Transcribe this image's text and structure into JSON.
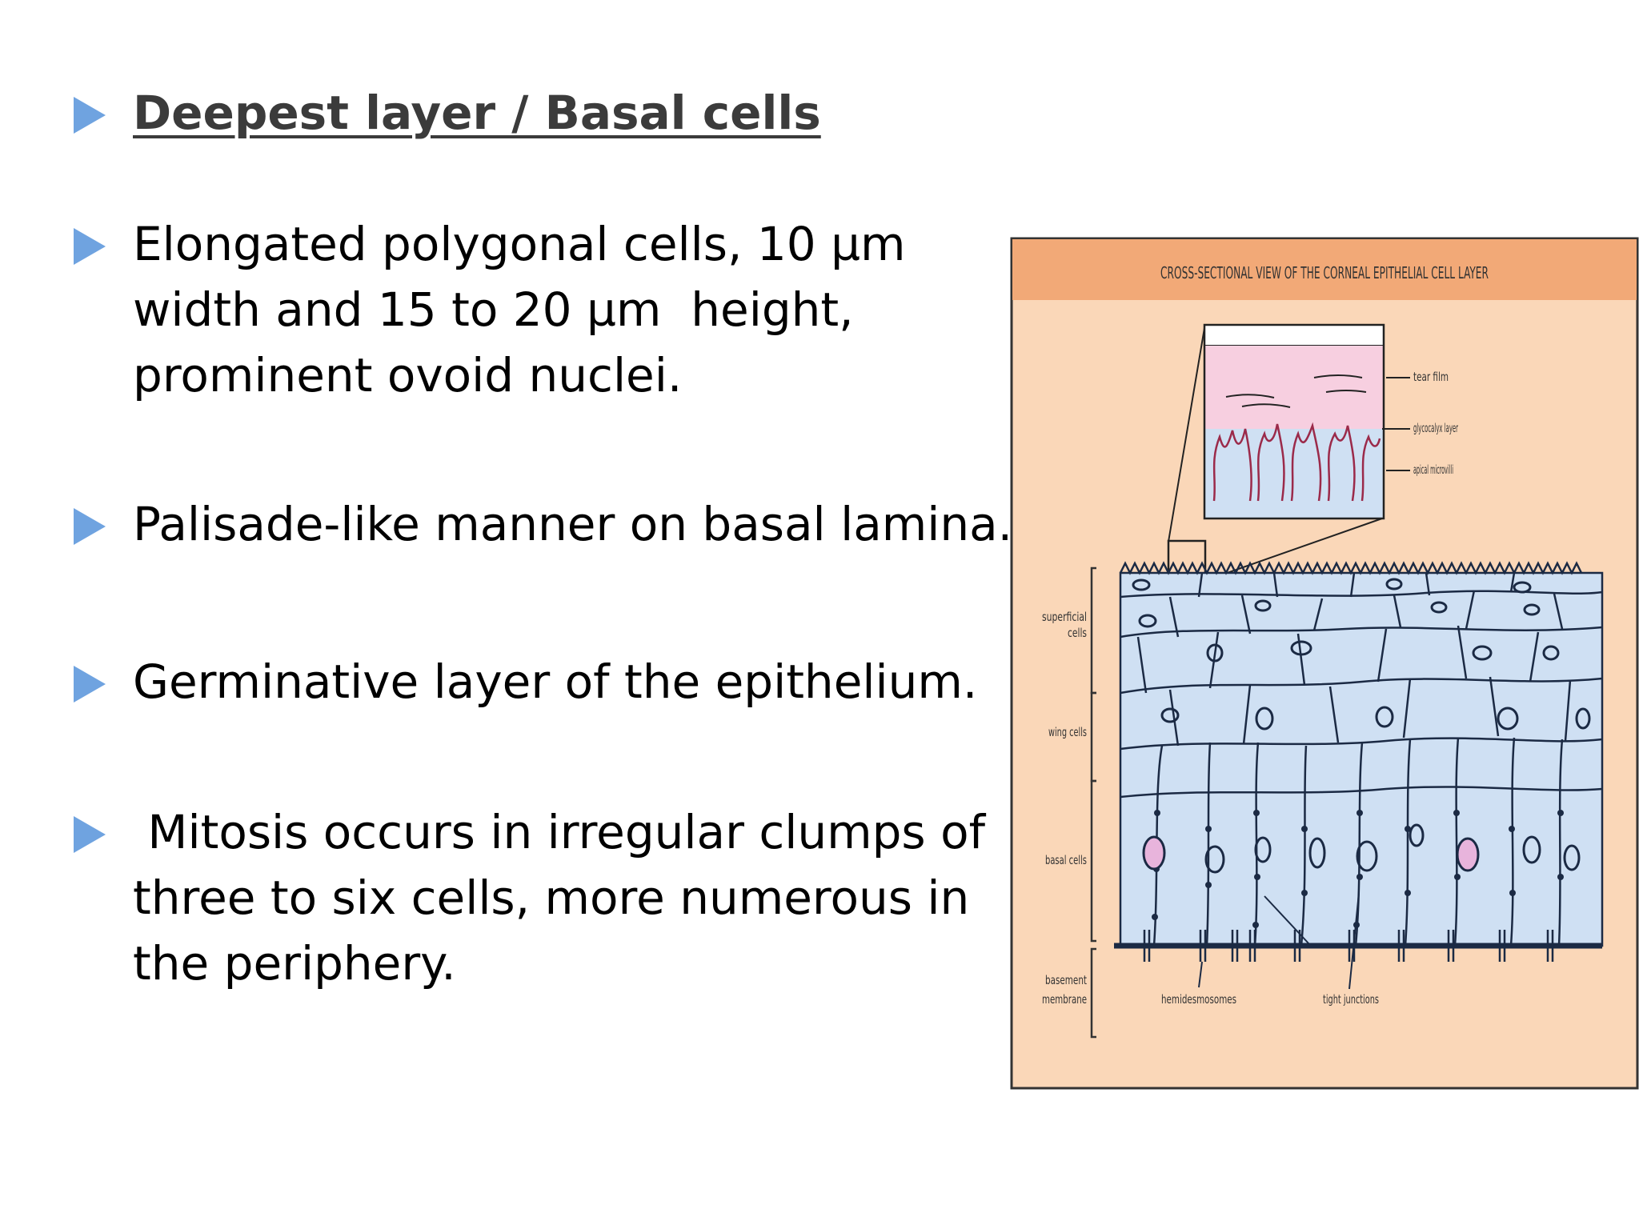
{
  "slide": {
    "heading": "Deepest layer / Basal cells",
    "bullets": [
      [
        "Elongated polygonal cells, 10 µm",
        "width and 15 to 20 µm  height,",
        "prominent ovoid nuclei."
      ],
      [
        "Palisade-like manner on basal lamina."
      ],
      [
        "Germinative layer of the epithelium."
      ],
      [
        " Mitosis occurs in irregular clumps of",
        "three to six cells, more numerous in",
        "the periphery."
      ]
    ]
  },
  "figure": {
    "title": "CROSS-SECTIONAL VIEW OF THE CORNEAL EPITHELIAL CELL LAYER",
    "inset_labels": [
      "tear film",
      "glycocalyx layer",
      "apical microvilli"
    ],
    "side_labels": {
      "superficial": [
        "superficial",
        "cells"
      ],
      "wing": "wing cells",
      "basal": "basal cells",
      "basement": [
        "basement",
        "membrane"
      ]
    },
    "bottom_labels": [
      "hemidesmosomes",
      "tight junctions"
    ],
    "colors": {
      "background": "#fad7b8",
      "header_band": "#f2a977",
      "cell_fill": "#cfe0f3",
      "nucleus_fill": "#e8b4dc",
      "inset_fill": "#f7cfe0",
      "bullet": "#6fa3e0"
    }
  }
}
